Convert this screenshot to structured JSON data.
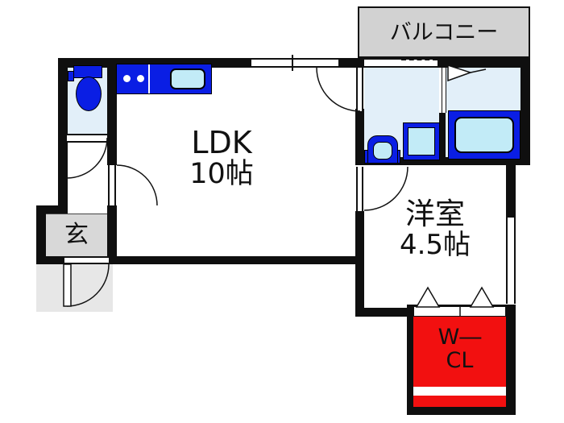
{
  "rooms": {
    "balcony": {
      "label": "バルコニー"
    },
    "ldk": {
      "label": "LDK",
      "size": "10帖"
    },
    "western_room": {
      "label": "洋室",
      "size": "4.5帖"
    },
    "walk_in_closet": {
      "label_line1": "W―",
      "label_line2": "CL"
    },
    "entrance": {
      "label": "玄"
    }
  },
  "colors": {
    "wall": "#0f0f0f",
    "fixture_blue": "#0a1ee4",
    "floor_light_blue": "#e2eff9",
    "sink_cyan": "#c2ebf7",
    "balcony_gray": "#d2d2d2",
    "genkan_gray": "#d8d8d8",
    "porch_gray": "#e7e7e7",
    "closet_red": "#f21010",
    "text": "#111111"
  }
}
